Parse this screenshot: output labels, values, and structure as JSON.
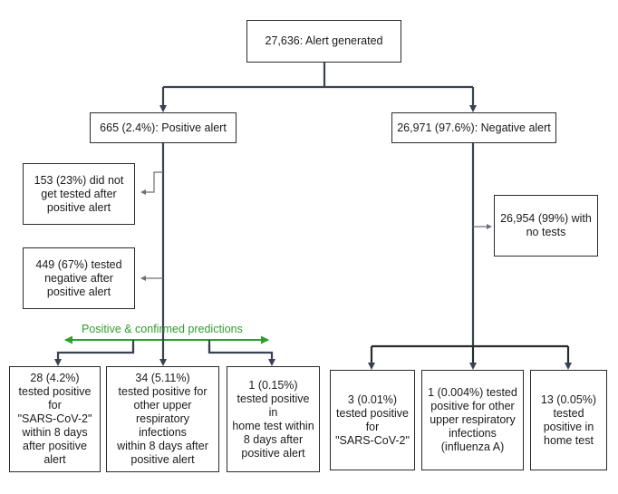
{
  "root": "27,636: Alert generated",
  "positive": {
    "title": "665 (2.4%): Positive alert",
    "not_tested": "153 (23%) did not\nget tested after\npositive alert",
    "tested_negative": "449 (67%) tested\nnegative after\npositive alert",
    "confirmed_label": "Positive & confirmed predictions",
    "outcomes": [
      "28 (4.2%)\ntested positive\nfor\n\"SARS-CoV-2\"\nwithin 8 days\nafter positive\nalert",
      "34 (5.11%)\ntested positive for\nother upper\nrespiratory infections\nwithin 8 days after\npositive alert",
      "1 (0.15%)\ntested positive in\nhome test within\n8 days after\npositive alert"
    ]
  },
  "negative": {
    "title": "26,971 (97.6%): Negative alert",
    "no_tests": "26,954 (99%) with\nno tests",
    "outcomes": [
      "3 (0.01%)\ntested positive\nfor\n\"SARS-CoV-2\"",
      "1 (0.004%) tested\npositive for other\nupper respiratory\ninfections\n(influenza A)",
      "13 (0.05%)\ntested\npositive in\nhome test"
    ]
  },
  "colors": {
    "line": "#2f3640",
    "green": "#2e9e2e",
    "border": "#2b2b2b"
  }
}
